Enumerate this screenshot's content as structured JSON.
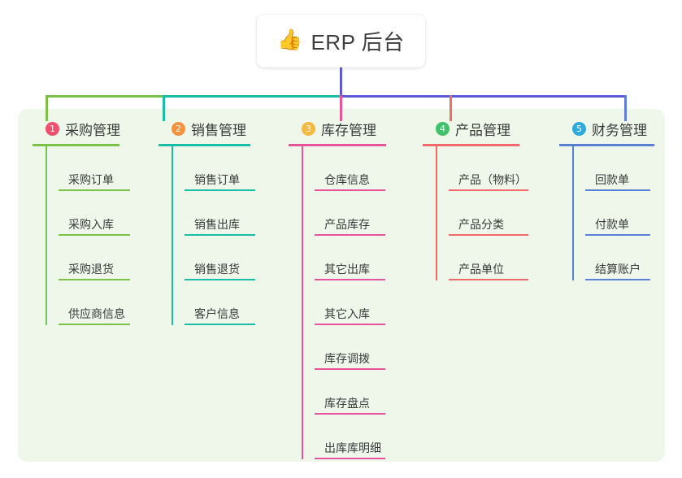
{
  "root": {
    "icon": "thumbs-up-icon",
    "icon_glyph": "👍",
    "title": "ERP 后台"
  },
  "palette": {
    "panel_bg": "#eef7e9",
    "page_bg": "#ffffff",
    "stem": "#5b5bd6",
    "green": "#7cc24a",
    "teal": "#18bfa6",
    "pink": "#e8539b",
    "red": "#f26a6a",
    "blue": "#5b7fd4",
    "badge_1": "#f0506e",
    "badge_2": "#f5923e",
    "badge_3": "#f5b940",
    "badge_4": "#3fc26a",
    "badge_5": "#2eaadc",
    "text": "#3a3a3a"
  },
  "columns": [
    {
      "number": "1",
      "title": "采购管理",
      "badge_color": "#f0506e",
      "line_color": "#7cc24a",
      "items": [
        {
          "label": "采购订单"
        },
        {
          "label": "采购入库"
        },
        {
          "label": "采购退货"
        },
        {
          "label": "供应商信息"
        }
      ]
    },
    {
      "number": "2",
      "title": "销售管理",
      "badge_color": "#f5923e",
      "line_color": "#18bfa6",
      "items": [
        {
          "label": "销售订单"
        },
        {
          "label": "销售出库"
        },
        {
          "label": "销售退货"
        },
        {
          "label": "客户信息"
        }
      ]
    },
    {
      "number": "3",
      "title": "库存管理",
      "badge_color": "#f5b940",
      "line_color": "#e8539b",
      "items": [
        {
          "label": "仓库信息"
        },
        {
          "label": "产品库存"
        },
        {
          "label": "其它出库"
        },
        {
          "label": "其它入库"
        },
        {
          "label": "库存调拨"
        },
        {
          "label": "库存盘点"
        },
        {
          "label": "出库库明细"
        }
      ]
    },
    {
      "number": "4",
      "title": "产品管理",
      "badge_color": "#3fc26a",
      "line_color": "#f26a6a",
      "items": [
        {
          "label": "产品（物料）"
        },
        {
          "label": "产品分类"
        },
        {
          "label": "产品单位"
        }
      ]
    },
    {
      "number": "5",
      "title": "财务管理",
      "badge_color": "#2eaadc",
      "line_color": "#5b7fd4",
      "items": [
        {
          "label": "回款单"
        },
        {
          "label": "付款单"
        },
        {
          "label": "结算账户"
        }
      ]
    }
  ]
}
